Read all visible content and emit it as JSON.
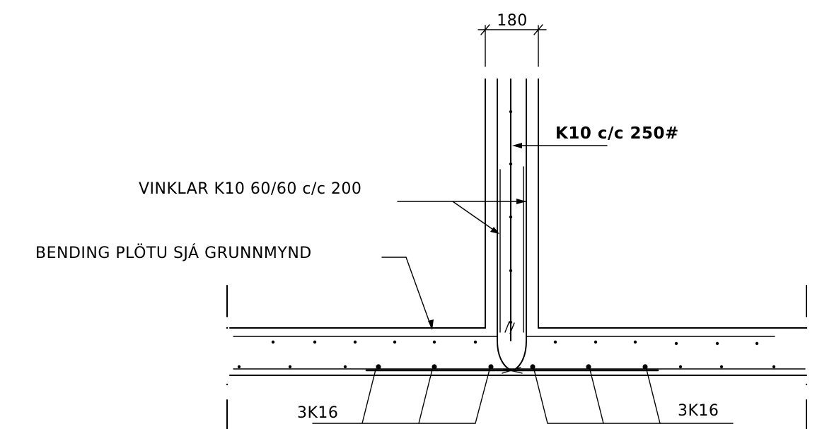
{
  "labels": {
    "wall_width": "180",
    "vertical_rebar": "K10 c/c 250#",
    "corner_bars": "VINKLAR K10 60/60 c/c 200",
    "slab_bending": "BENDING PLÖTU SJÁ GRUNNMYND",
    "bottom_left_bars": "3K16",
    "bottom_right_bars": "3K16"
  }
}
